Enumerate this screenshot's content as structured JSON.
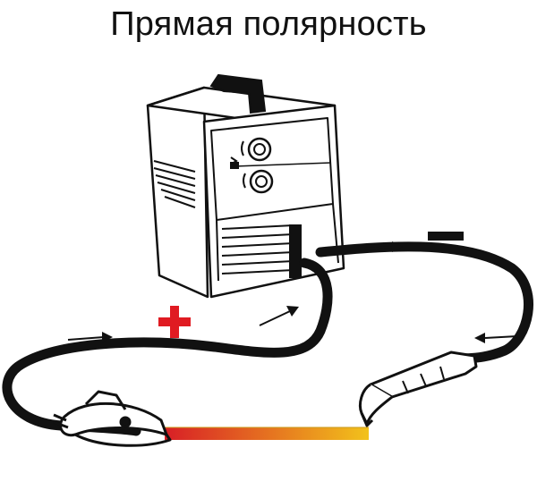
{
  "title": "Прямая полярность",
  "colors": {
    "cable": "#111111",
    "plus": "#e01b22",
    "minus": "#111111",
    "workpiece_hot": "#d81f26",
    "workpiece_cool": "#f2c21b"
  },
  "icons": {
    "plus": "plus-sign",
    "minus": "minus-sign"
  }
}
